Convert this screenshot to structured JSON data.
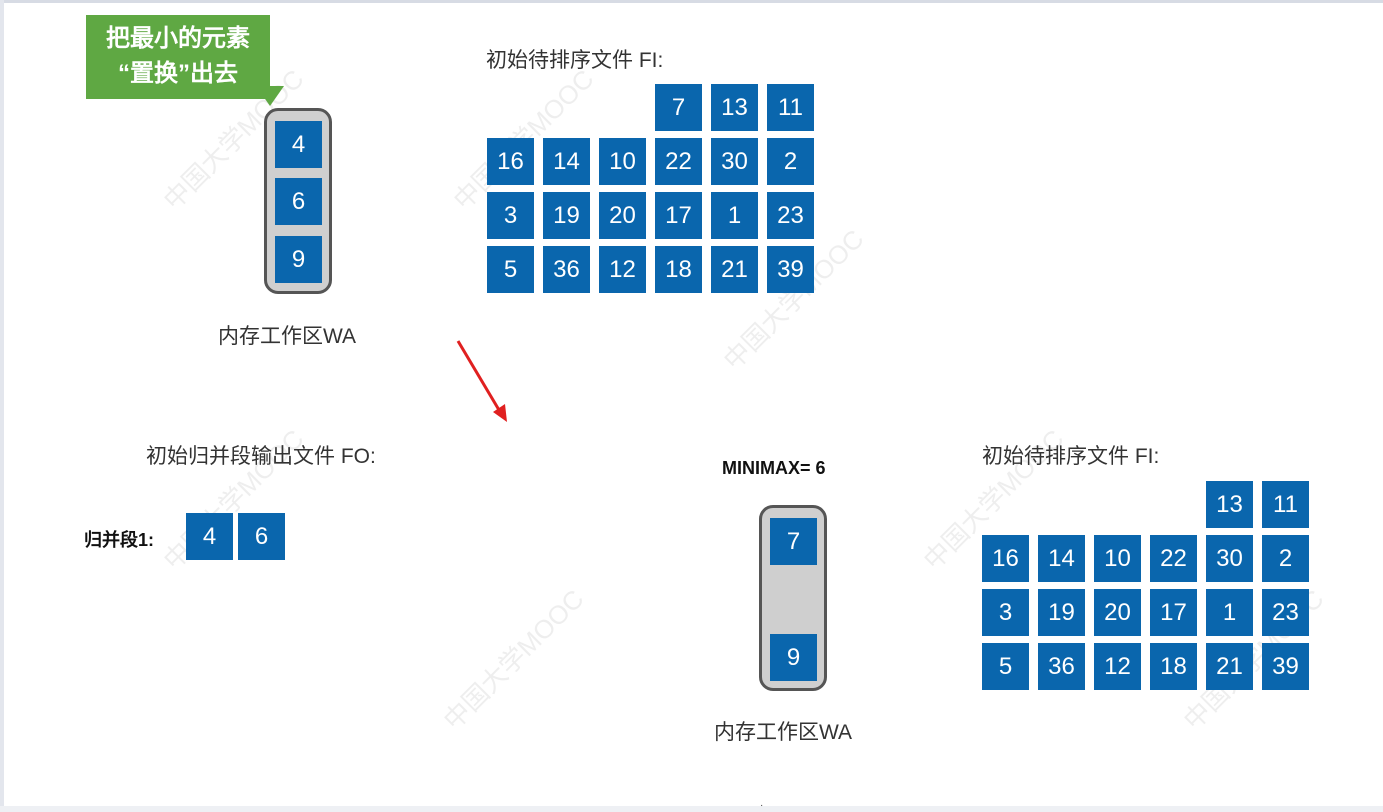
{
  "callout": {
    "line1": "把最小的元素",
    "line2": "“置换”出去"
  },
  "top": {
    "wa_label": "内存工作区WA",
    "wa_cells": [
      "4",
      "6",
      "9"
    ],
    "fi_title": "初始待排序文件 FI:",
    "fi_rows": [
      [
        "",
        "",
        "",
        "7",
        "13",
        "11"
      ],
      [
        "16",
        "14",
        "10",
        "22",
        "30",
        "2"
      ],
      [
        "3",
        "19",
        "20",
        "17",
        "1",
        "23"
      ],
      [
        "5",
        "36",
        "12",
        "18",
        "21",
        "39"
      ]
    ]
  },
  "bottom": {
    "fo_title": "初始归并段输出文件 FO:",
    "segment_label": "归并段1:",
    "segment_cells": [
      "4",
      "6"
    ],
    "minimax": "MINIMAX= 6",
    "wa_label": "内存工作区WA",
    "wa_cells": [
      "7",
      "",
      "9"
    ],
    "fi_title": "初始待排序文件 FI:",
    "fi_rows": [
      [
        "",
        "",
        "",
        "",
        "13",
        "11"
      ],
      [
        "16",
        "14",
        "10",
        "22",
        "30",
        "2"
      ],
      [
        "3",
        "19",
        "20",
        "17",
        "1",
        "23"
      ],
      [
        "5",
        "36",
        "12",
        "18",
        "21",
        "39"
      ]
    ]
  },
  "colors": {
    "cell": "#0a66ad",
    "callout": "#5fa843",
    "arrow": "#e02020",
    "wa_fill": "#cfcfcf"
  }
}
